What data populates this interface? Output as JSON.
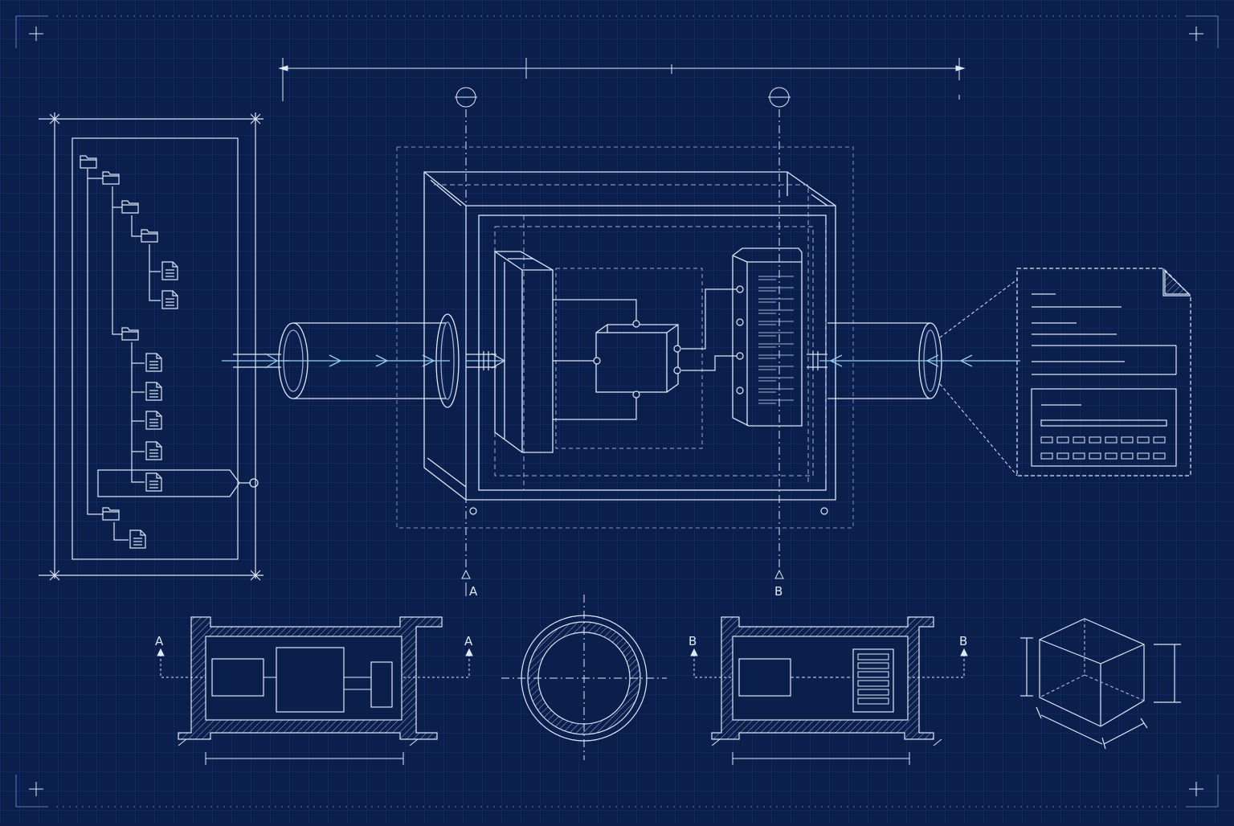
{
  "colors": {
    "background": "#0b1f4d",
    "grid": "#16306a",
    "line": "#dfe8f6",
    "line_dim": "#9fb1d6",
    "accent": "#8fd3f4"
  },
  "icons": {
    "folder": "folder-icon",
    "file": "file-icon",
    "arrow": "flow-arrow-icon"
  },
  "section_markers": {
    "a_top": "A",
    "b_top": "B",
    "a_left": "A",
    "a_right": "A",
    "b_left": "B",
    "b_right": "B"
  }
}
